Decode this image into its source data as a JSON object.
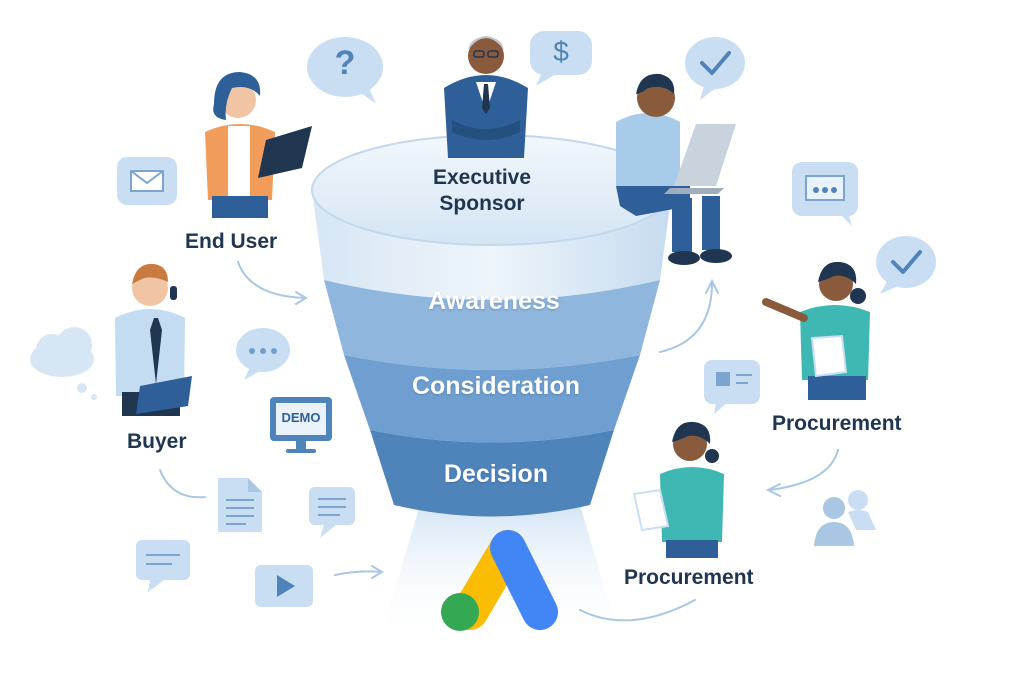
{
  "funnel": {
    "stages": [
      {
        "label": "Awareness"
      },
      {
        "label": "Consideration"
      },
      {
        "label": "Decision"
      }
    ]
  },
  "personas": {
    "executive_line1": "Executive",
    "executive_line2": "Sponsor",
    "end_user": "End User",
    "buyer": "Buyer",
    "procurement_right": "Procurement",
    "procurement_bottom": "Procurement"
  },
  "icons": {
    "question_glyph": "?",
    "dollar_glyph": "$",
    "demo_label": "DEMO"
  },
  "colors": {
    "funnel_top": "#dbe9f6",
    "awareness": "#8fb6dc",
    "consideration": "#6f9fd0",
    "decision": "#4f84bb",
    "icon_tint": "#c9def2",
    "label_text": "#1f3550",
    "logo_blue": "#4285f4",
    "logo_yellow": "#fbbc04",
    "logo_green": "#34a853"
  }
}
